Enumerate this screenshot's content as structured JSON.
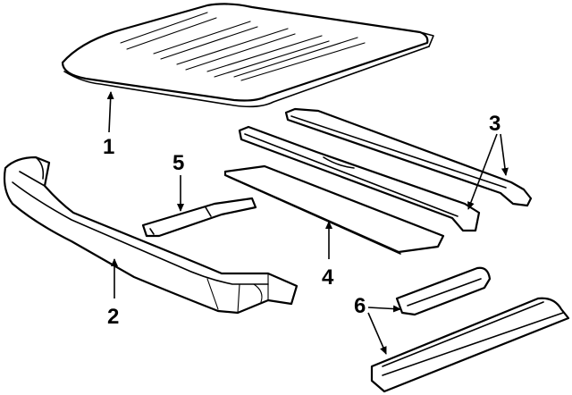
{
  "diagram": {
    "callouts": [
      {
        "id": "1",
        "label": "1"
      },
      {
        "id": "2",
        "label": "2"
      },
      {
        "id": "3",
        "label": "3"
      },
      {
        "id": "4",
        "label": "4"
      },
      {
        "id": "5",
        "label": "5"
      },
      {
        "id": "6",
        "label": "6"
      }
    ]
  },
  "colors": {
    "line": "#000000",
    "background": "#ffffff"
  }
}
